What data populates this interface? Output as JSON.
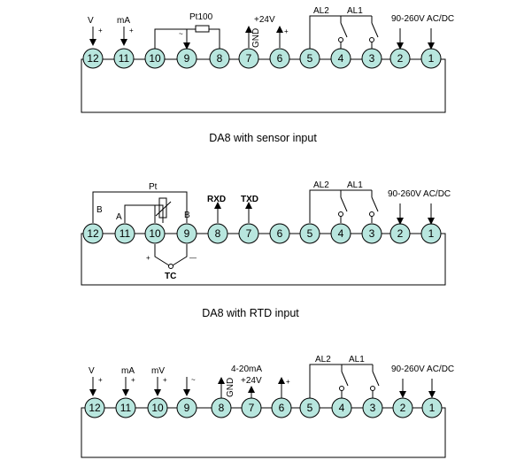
{
  "colors": {
    "terminal_fill": "#b8e6de",
    "line": "#000000",
    "background": "#ffffff"
  },
  "terminal_numbers": [
    "12",
    "11",
    "10",
    "9",
    "8",
    "7",
    "6",
    "5",
    "4",
    "3",
    "2",
    "1"
  ],
  "diagram1": {
    "caption": "DA8 with sensor input",
    "labels": {
      "v": "V",
      "v_plus": "+",
      "ma": "mA",
      "ma_plus": "+",
      "pt100": "Pt100",
      "pt_minus": "~",
      "plus24": "+24V",
      "gnd": "GND",
      "p6_plus": "+",
      "al2": "AL2",
      "al1": "AL1",
      "power": "90-260V AC/DC"
    }
  },
  "diagram2": {
    "caption": "DA8 with RTD input",
    "labels": {
      "pt": "Pt",
      "b_left": "B",
      "b_right": "B",
      "a": "A",
      "rxd": "RXD",
      "txd": "TXD",
      "tc": "TC",
      "tc_plus": "+",
      "tc_minus": "—",
      "al2": "AL2",
      "al1": "AL1",
      "power": "90-260V AC/DC"
    }
  },
  "diagram3": {
    "caption": "",
    "labels": {
      "v": "V",
      "v_plus": "+",
      "ma": "mA",
      "ma_plus": "+",
      "mv": "mV",
      "mv_plus": "+",
      "tilde": "~",
      "gnd": "GND",
      "ma420": "4-20mA",
      "plus24": "+24V",
      "p6_plus": "+",
      "al2": "AL2",
      "al1": "AL1",
      "power": "90-260V AC/DC"
    }
  }
}
